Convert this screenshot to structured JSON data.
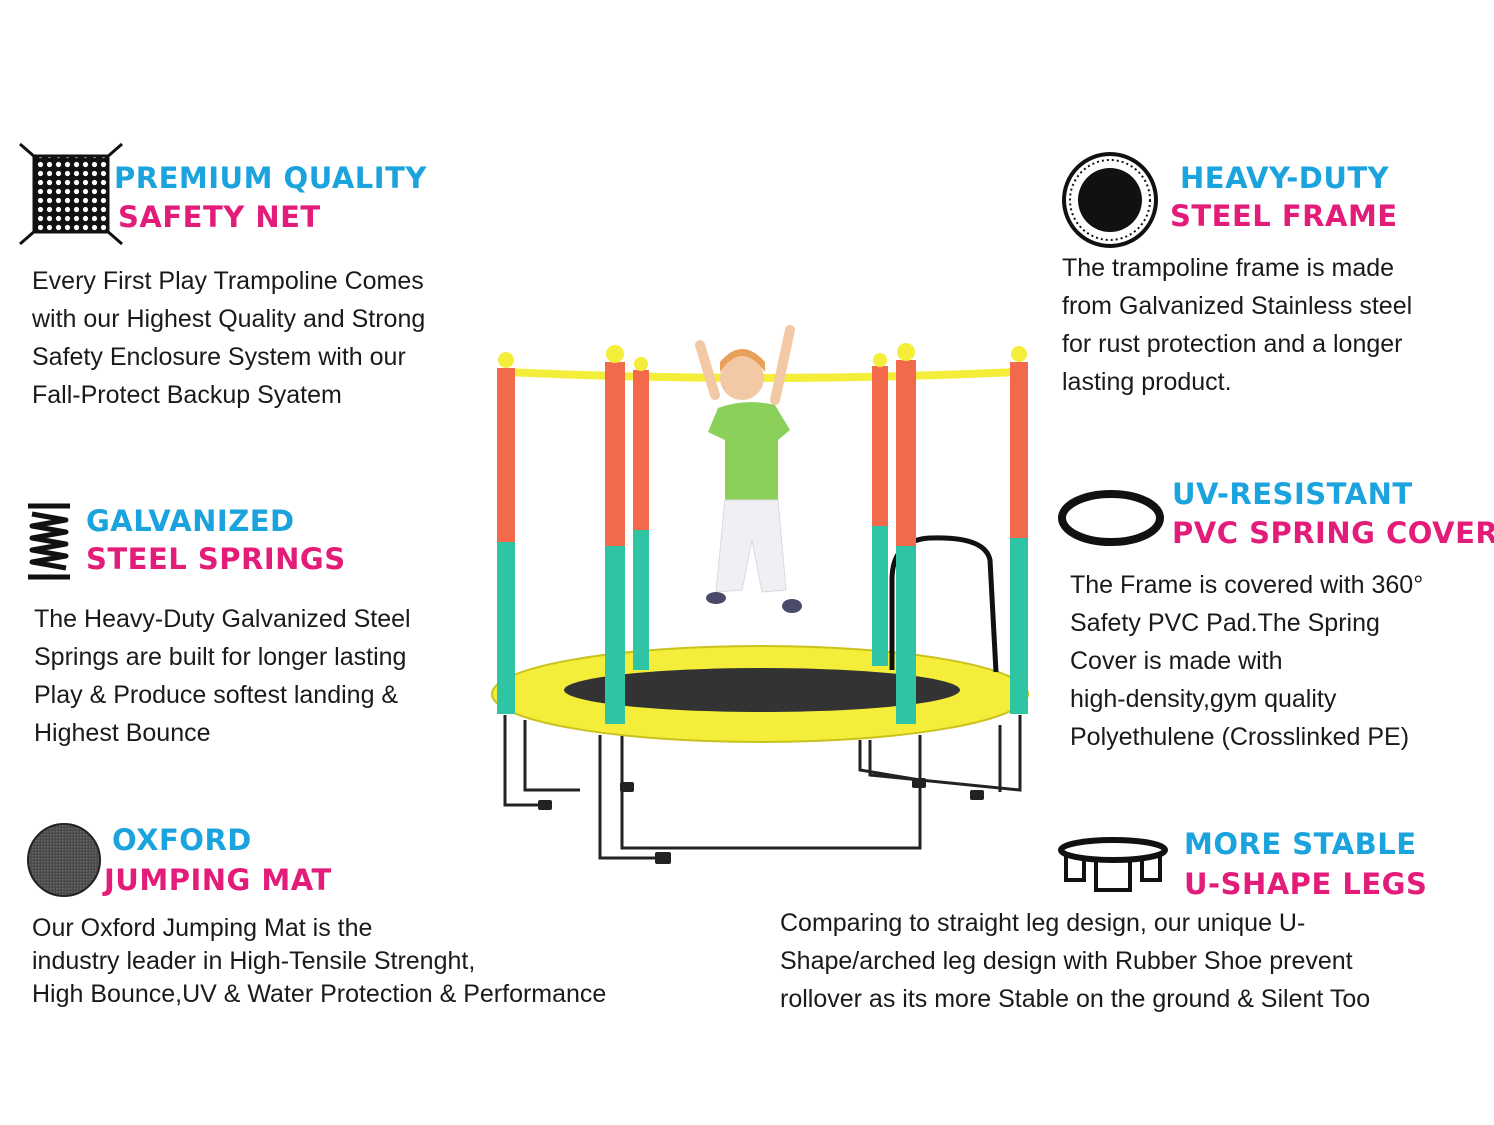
{
  "features": {
    "safety_net": {
      "title_line1": "PREMIUM QUALITY",
      "title_line2": "SAFETY NET",
      "desc": [
        "Every First Play Trampoline Comes",
        "with our Highest Quality and Strong",
        "Safety Enclosure System with our",
        "Fall-Protect Backup Syatem"
      ]
    },
    "steel_frame": {
      "title_line1": "HEAVY-DUTY",
      "title_line2": "STEEL FRAME",
      "desc": [
        "The trampoline frame is made",
        "from Galvanized Stainless steel",
        "for rust protection and a longer",
        "lasting product."
      ]
    },
    "springs": {
      "title_line1": "GALVANIZED",
      "title_line2": "STEEL SPRINGS",
      "desc": [
        "The Heavy-Duty Galvanized Steel",
        "Springs are built for longer lasting",
        "Play & Produce softest landing &",
        "Highest Bounce"
      ]
    },
    "spring_cover": {
      "title_line1": "UV-RESISTANT",
      "title_line2": "PVC SPRING COVER",
      "desc": [
        "The Frame is covered with 360°",
        "Safety PVC Pad.The Spring",
        "Cover is made with",
        "high-density,gym quality",
        "Polyethulene (Crosslinked PE)"
      ]
    },
    "jumping_mat": {
      "title_line1": "OXFORD",
      "title_line2": "JUMPING MAT",
      "desc": [
        "Our Oxford Jumping Mat is the",
        "industry leader in High-Tensile Strenght,",
        "High Bounce,UV & Water Protection &  Performance"
      ]
    },
    "legs": {
      "title_line1": "MORE STABLE",
      "title_line2": "U-SHAPE LEGS",
      "desc": [
        "Comparing to straight leg design, our unique U-",
        "Shape/arched leg design with Rubber Shoe prevent",
        "rollover as its more Stable on the ground & Silent Too"
      ]
    }
  },
  "colors": {
    "heading_blue": "#1ba3dd",
    "heading_pink": "#e31c79",
    "pole_orange": "#f26a4b",
    "pole_teal": "#2ec4a4",
    "frame_yellow": "#f4ee3a",
    "mat_dark": "#333333"
  },
  "icons": [
    "net-icon",
    "frame-ring-icon",
    "spring-icon",
    "cover-ring-icon",
    "mat-disc-icon",
    "legs-icon"
  ]
}
